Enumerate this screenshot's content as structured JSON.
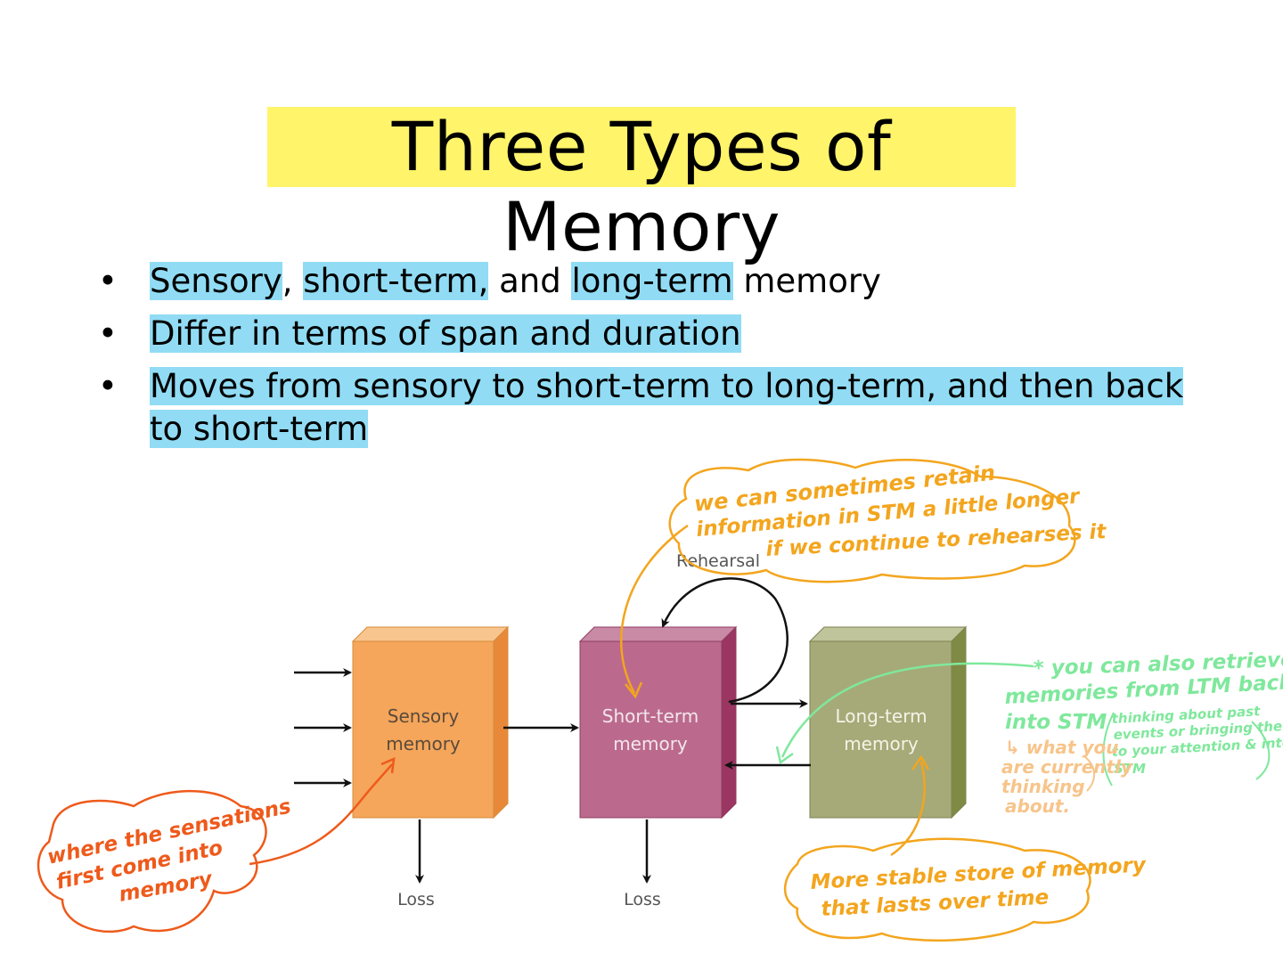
{
  "title": "Three Types of Memory",
  "bullets": [
    {
      "parts": [
        {
          "text": "Sensory",
          "highlight": true
        },
        {
          "text": ", ",
          "highlight": false
        },
        {
          "text": "short-term,",
          "highlight": true
        },
        {
          "text": " and ",
          "highlight": false
        },
        {
          "text": "long-term",
          "highlight": true
        },
        {
          "text": " memory",
          "highlight": false
        }
      ]
    },
    {
      "parts": [
        {
          "text": "Differ in terms of span and duration",
          "highlight": true
        }
      ]
    },
    {
      "parts": [
        {
          "text": "Moves from sensory to short-term to long-term, and then back to short-term",
          "highlight": true
        }
      ]
    }
  ],
  "diagram": {
    "sensory": {
      "line1": "Sensory",
      "line2": "memory",
      "color": "#f5a65b"
    },
    "short_term": {
      "line1": "Short-term",
      "line2": "memory",
      "color": "#bb6a8d"
    },
    "long_term": {
      "line1": "Long-term",
      "line2": "memory",
      "color": "#a6aa78"
    },
    "rehearsal": "Rehearsal",
    "loss_1": "Loss",
    "loss_2": "Loss"
  },
  "annotations": {
    "rehearse_note": [
      "we can sometimes retain",
      "information in STM a little longer",
      "if we continue to rehearses it"
    ],
    "sensations_note": [
      "where the sensations",
      "first come into",
      "memory"
    ],
    "stable_note": [
      "More stable store of memory",
      "that lasts over time"
    ],
    "retrieve_note": [
      "* you can also retrieve",
      "memories from LTM back",
      "into STM"
    ],
    "thinking_note": [
      "thinking about past",
      "events or bringing them",
      "to your attention & into",
      "STM"
    ],
    "current_note": [
      "↳ what you",
      "are currently",
      "thinking",
      "about."
    ],
    "orange_color": "#f3a51e",
    "red_color": "#ee5a1b",
    "green_color": "#7fe89c"
  }
}
